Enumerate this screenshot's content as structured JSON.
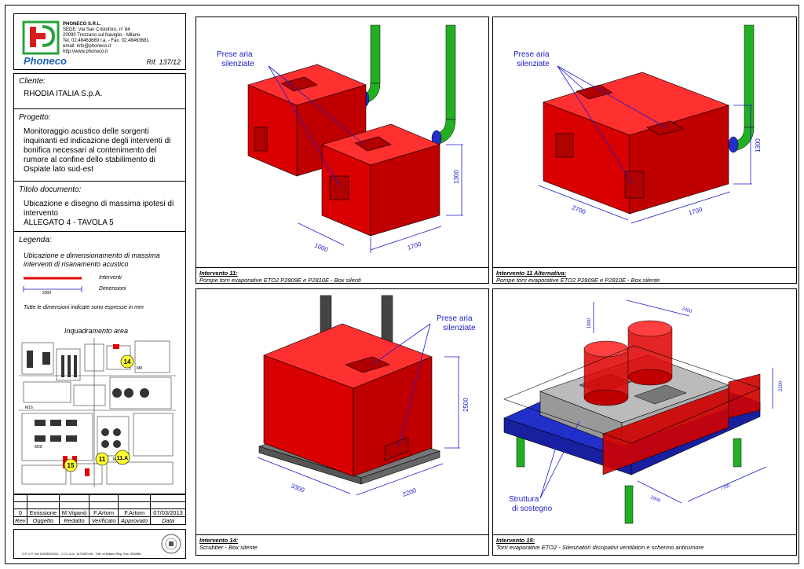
{
  "company": {
    "logo_text": "Phoneco",
    "name": "PHONECO S.R.L.",
    "address1": "SEDE: Via San Cristoforo, n° 84",
    "address2": "20090 Trezzano sul Naviglio - Milano",
    "phone": "Tel. 02.48463689 r.a. - Fax. 02.48463681",
    "email": "email: info@phoneco.it",
    "web": "http://www.phoneco.it",
    "ref": "Rif. 137/12"
  },
  "client": {
    "label": "Cliente:",
    "value": "RHODIA ITALIA S.p.A."
  },
  "project": {
    "label": "Progetto:",
    "value": "Monitoraggio acustico delle sorgenti inquinanti ed indicazione degli interventi di bonifica necessari al contenimento del rumore al confine dello stabilimento di Ospiate lato sud-est"
  },
  "doc_title": {
    "label": "Titolo documento:",
    "line1": "Ubicazione e disegno di massima ipotesi di intervento",
    "line2": "ALLEGATO 4 - TAVOLA 5"
  },
  "legend": {
    "label": "Legenda:",
    "desc": "Ubicazione e dimensionamento di massima interventi di risanamento acustico",
    "interventi": "Interventi",
    "dimensioni": "Dimensioni",
    "dim_value": "2000",
    "note": "Tutte le dimensioni indicate sono espresse in mm"
  },
  "area": {
    "title": "Inquadramento area",
    "markers": [
      "14",
      "11",
      "11.A",
      "15"
    ],
    "map_labels": [
      "M16",
      "M28",
      "M53",
      "M8"
    ]
  },
  "revision": {
    "headers": [
      "Rev",
      "Oggetto",
      "Redatto",
      "Verificato",
      "Approvato",
      "Data"
    ],
    "row": [
      "0",
      "Emissione",
      "M.Viganò",
      "F.Artom",
      "F.Artom",
      "07/03/2013"
    ]
  },
  "footer": {
    "text": "C.F. e P. Iva 11529620151 - C.C.I.A.A. 1472000 Mi - Trib. di Milano Reg. Soc. 354086"
  },
  "panels": [
    {
      "title": "Intervento 11:",
      "desc": "Pompe torri evaporative ETO2 P2809E e P2810E - Box silenti",
      "callout": [
        "Prese aria",
        "silenziate"
      ],
      "dims": [
        "1000",
        "1700",
        "1300"
      ]
    },
    {
      "title": "Intervento 11 Alternativa:",
      "desc": "Pompe torri evaporative ETO2 P2809E e P2810E - Box silente",
      "callout": [
        "Prese aria",
        "silenziate"
      ],
      "dims": [
        "2700",
        "1700",
        "1300"
      ]
    },
    {
      "title": "Intervento 14:",
      "desc": "Scrubber - Box silente",
      "callout": [
        "Prese aria",
        "silenziate"
      ],
      "dims": [
        "3300",
        "2200",
        "2500"
      ]
    },
    {
      "title": "Intervento 15:",
      "desc": "Torri evaporative ETO2 - Silenziatori dissipativi ventilatori e schermo antirumore",
      "callout": [
        "Struttura",
        "di sostegno"
      ],
      "dims": [
        "2400",
        "1800",
        "2000",
        "7700",
        "2200"
      ]
    }
  ],
  "colors": {
    "red": "#e00000",
    "green": "#22b022",
    "blue": "#2030c8",
    "callout": "#1a1acc"
  }
}
